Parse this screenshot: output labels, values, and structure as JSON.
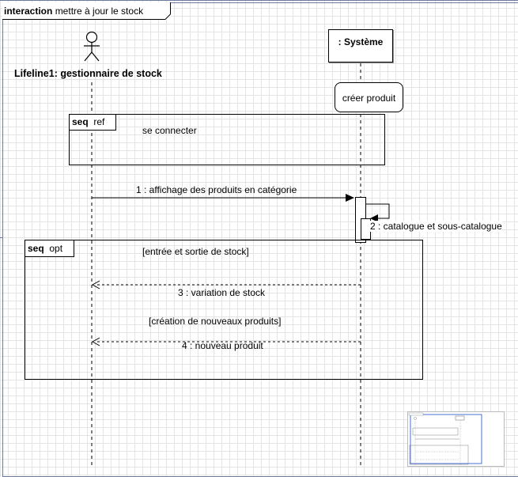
{
  "interaction": {
    "keyword": "interaction",
    "title": "mettre à jour le stock"
  },
  "participants": {
    "actor_label": "Lifeline1: gestionnaire de stock",
    "system_label": ": Système"
  },
  "state": {
    "label": "créer produit"
  },
  "ref_fragment": {
    "keyword": "seq",
    "operator": "ref",
    "content": "se connecter"
  },
  "opt_fragment": {
    "keyword": "seq",
    "operator": "opt",
    "guard1": "[entrée et sortie de stock]",
    "guard2": "[création de nouveaux produits]"
  },
  "messages": [
    {
      "label": "1 : affichage des produits en catégorie"
    },
    {
      "label": "2 : catalogue et sous-catalogue"
    },
    {
      "label": "3 : variation de stock"
    },
    {
      "label": "4 : nouveau produit"
    }
  ]
}
